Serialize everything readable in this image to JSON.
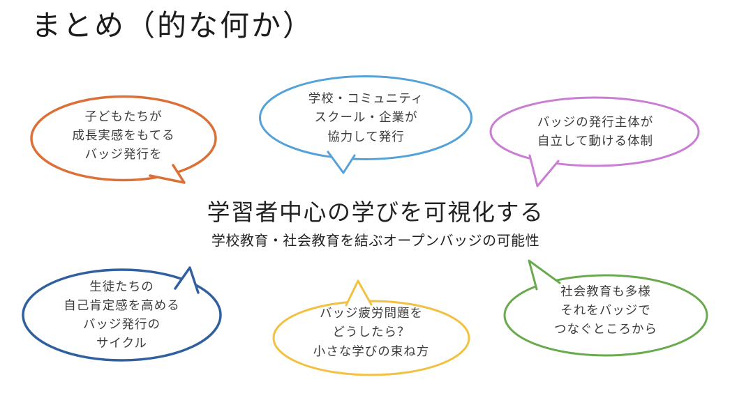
{
  "slide": {
    "title": "まとめ（的な何か）",
    "center": {
      "heading": "学習者中心の学びを可視化する",
      "subheading": "学校教育・社会教育を結ぶオープンバッジの可能性"
    },
    "bubbles": {
      "orange": {
        "color": "#DB7038",
        "text": "子どもたちが\n成長実感をもてる\nバッジ発行を"
      },
      "blue": {
        "color": "#55A2D9",
        "text": "学校・コミュニティ\nスクール・企業が\n協力して発行"
      },
      "purple": {
        "color": "#C97DD3",
        "text": "バッジの発行主体が\n自立して動ける体制"
      },
      "navy": {
        "color": "#31609F",
        "text": "生徒たちの\n自己肯定感を高める\nバッジ発行の\nサイクル"
      },
      "yellow": {
        "color": "#F2C142",
        "text": "バッジ疲労問題を\nどうしたら？\n小さな学びの束ね方"
      },
      "green": {
        "color": "#6AAA4E",
        "text": "社会教育も多様\nそれをバッジで\nつなぐところから"
      }
    }
  }
}
